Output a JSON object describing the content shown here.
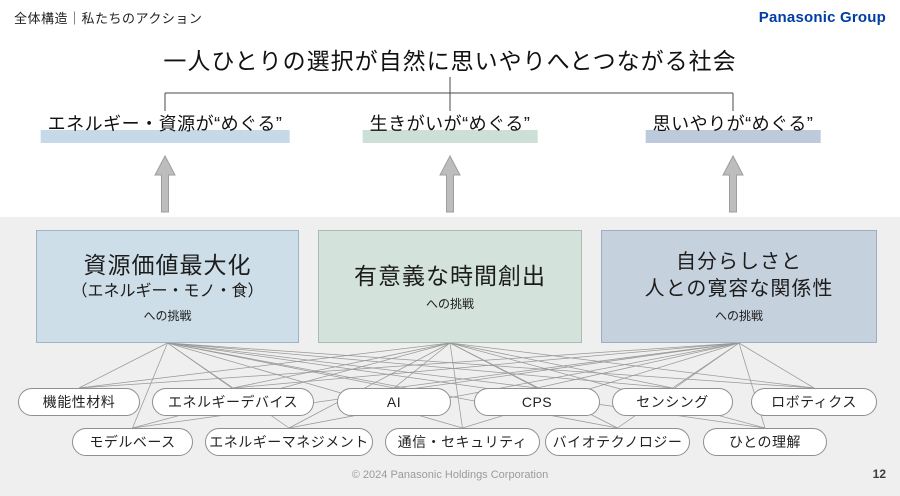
{
  "header": {
    "breadcrumb": "全体構造｜私たちのアクション",
    "logo": "Panasonic Group",
    "logo_color": "#003da5"
  },
  "main": {
    "title": "一人ひとりの選択が自然に思いやりへとつながる社会",
    "phrases": [
      {
        "label": "エネルギー・資源が“めぐる”",
        "highlight": "#c5d9e8"
      },
      {
        "label": "生きがいが“めぐる”",
        "highlight": "#cde0d8"
      },
      {
        "label": "思いやりが“めぐる”",
        "highlight": "#bccadb"
      }
    ],
    "bracket_color": "#4a4a4a",
    "arrow_fill": "#bdbdbd",
    "arrow_stroke": "#9e9e9e"
  },
  "band": {
    "background": "#efefef",
    "connector_color": "#999999",
    "boxes": [
      {
        "fill": "#cddee8",
        "border": "#9db4c2",
        "lines": [
          {
            "text": "資源価値最大化",
            "size": "lg"
          },
          {
            "text": "（エネルギー・モノ・食）",
            "size": "md"
          },
          {
            "text": "への挑戦",
            "size": "sm"
          }
        ]
      },
      {
        "fill": "#d3e2db",
        "border": "#a7bdb2",
        "lines": [
          {
            "text": "有意義な時間創出",
            "size": "lg"
          },
          {
            "text": "への挑戦",
            "size": "sm"
          }
        ]
      },
      {
        "fill": "#c6d1de",
        "border": "#9fadc0",
        "lines": [
          {
            "text": "自分らしさと",
            "size": "lg2"
          },
          {
            "text": "人との寛容な関係性",
            "size": "lg2"
          },
          {
            "text": "への挑戦",
            "size": "sm"
          }
        ]
      }
    ],
    "pills_row1": [
      "機能性材料",
      "エネルギーデバイス",
      "AI",
      "CPS",
      "センシング",
      "ロボティクス"
    ],
    "pills_row2": [
      "モデルベース",
      "エネルギーマネジメント",
      "通信・セキュリティ",
      "バイオテクノロジー",
      "ひとの理解"
    ]
  },
  "footer": {
    "copyright": "© 2024 Panasonic Holdings Corporation",
    "page_number": "12"
  }
}
